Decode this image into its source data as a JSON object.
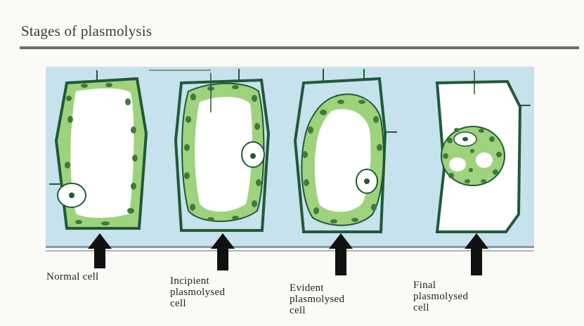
{
  "title": "Stages of plasmolysis",
  "labels": {
    "normal": "Normal cell",
    "incipient": "Incipient\nplasmolysed\ncell",
    "evident": "Evident\nplasmolysed\ncell",
    "final": "Final\nplasmolysed\ncell"
  },
  "colors": {
    "cell_wall": "#1f5a36",
    "cytoplasm": "#9fd27c",
    "chloroplast": "#3e7a3a",
    "vacuole": "#ffffff",
    "background": "#c6e2ed"
  },
  "icons": [
    "arrow-up-icon"
  ]
}
